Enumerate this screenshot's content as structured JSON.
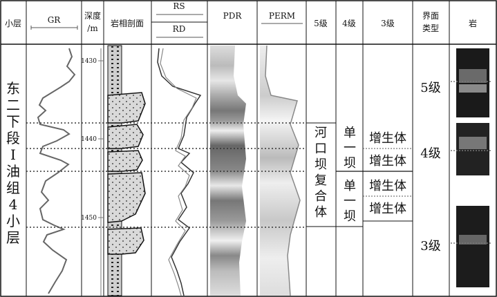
{
  "headers": {
    "layer": "小层",
    "gr": "GR",
    "depth_line1": "深度",
    "depth_line2": "/m",
    "lith": "岩相剖面",
    "rs": "RS",
    "rd": "RD",
    "pdr": "PDR",
    "perm": "PERM",
    "level5": "5级",
    "level4": "4级",
    "level3": "3级",
    "iface_line1": "界面",
    "iface_line2": "类型",
    "core": "岩"
  },
  "layer_name": [
    "东",
    "二",
    "下",
    "段",
    "I",
    "油",
    "组",
    "4",
    "小",
    "层"
  ],
  "depth_ticks": [
    "1430",
    "1440",
    "1450"
  ],
  "level5_unit": [
    "河",
    "口",
    "坝",
    "复",
    "合",
    "体"
  ],
  "level4_units": [
    {
      "chars": [
        "单",
        "一",
        "坝"
      ]
    },
    {
      "chars": [
        "单",
        "一",
        "坝"
      ]
    }
  ],
  "level3_units": [
    "增生体",
    "增生体",
    "增生体",
    "增生体"
  ],
  "interface_labels": [
    "5级",
    "4级",
    "3级"
  ],
  "colors": {
    "line": "#111111",
    "dotted": "#333333"
  }
}
